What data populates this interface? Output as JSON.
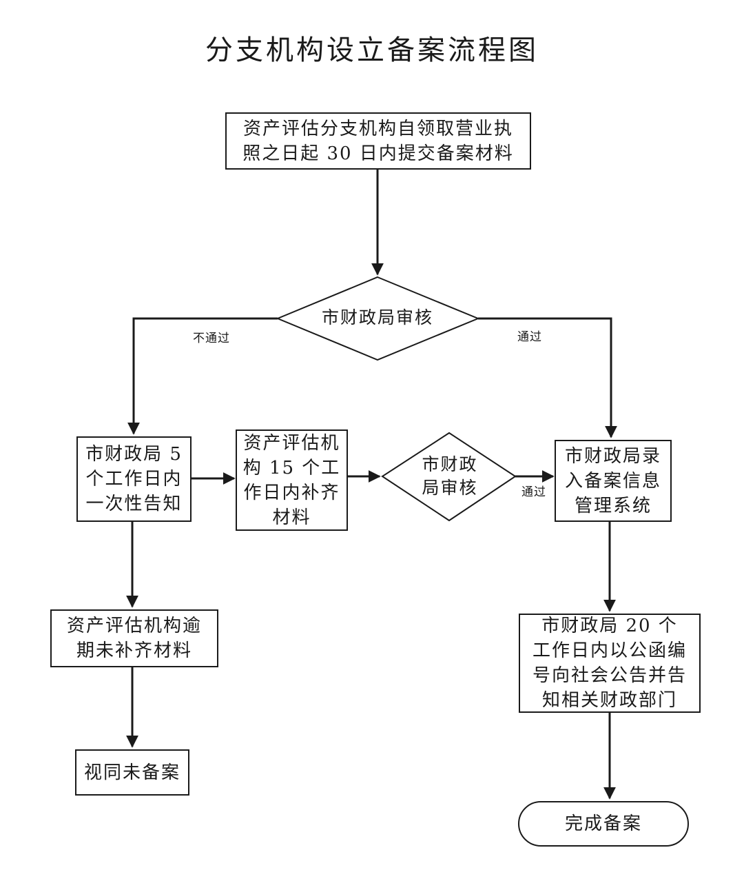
{
  "title": "分支机构设立备案流程图",
  "nodes": {
    "submit": "资产评估分支机构自领取营业执照之日起 30 日内提交备案材料",
    "review1": "市财政局审核",
    "notify": "市财政局 5 个工作日内一次性告知",
    "supplement": "资产评估机构 15 个工作日内补齐材料",
    "review2": "市财政局审核",
    "record": "市财政局录入备案信息管理系统",
    "overdue": "资产评估机构逾期未补齐材料",
    "not_filed": "视同未备案",
    "announce": "市财政局 20 个工作日内以公函编号向社会公告并告知相关财政部门",
    "done": "完成备案"
  },
  "edge_labels": {
    "fail": "不通过",
    "pass1": "通过",
    "pass2": "通过"
  }
}
